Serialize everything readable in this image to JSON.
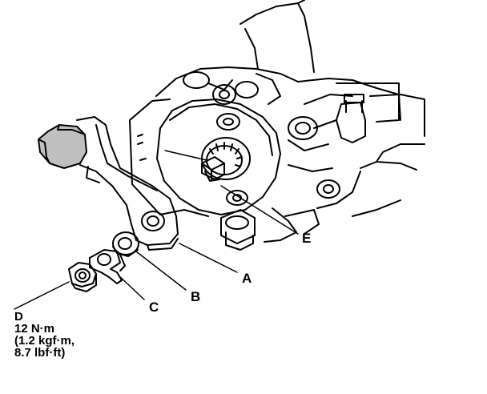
{
  "callouts": {
    "A": "A",
    "B": "B",
    "C": "C",
    "D": "D",
    "E": "E"
  },
  "torque_spec": {
    "label": "D",
    "line1": "12 N·m",
    "line2": "(1.2 kgf·m,",
    "line3": "8.7 lbf·ft)"
  },
  "colors": {
    "ink": "#000000",
    "paper": "#ffffff",
    "shade": "#bfbfbf"
  }
}
